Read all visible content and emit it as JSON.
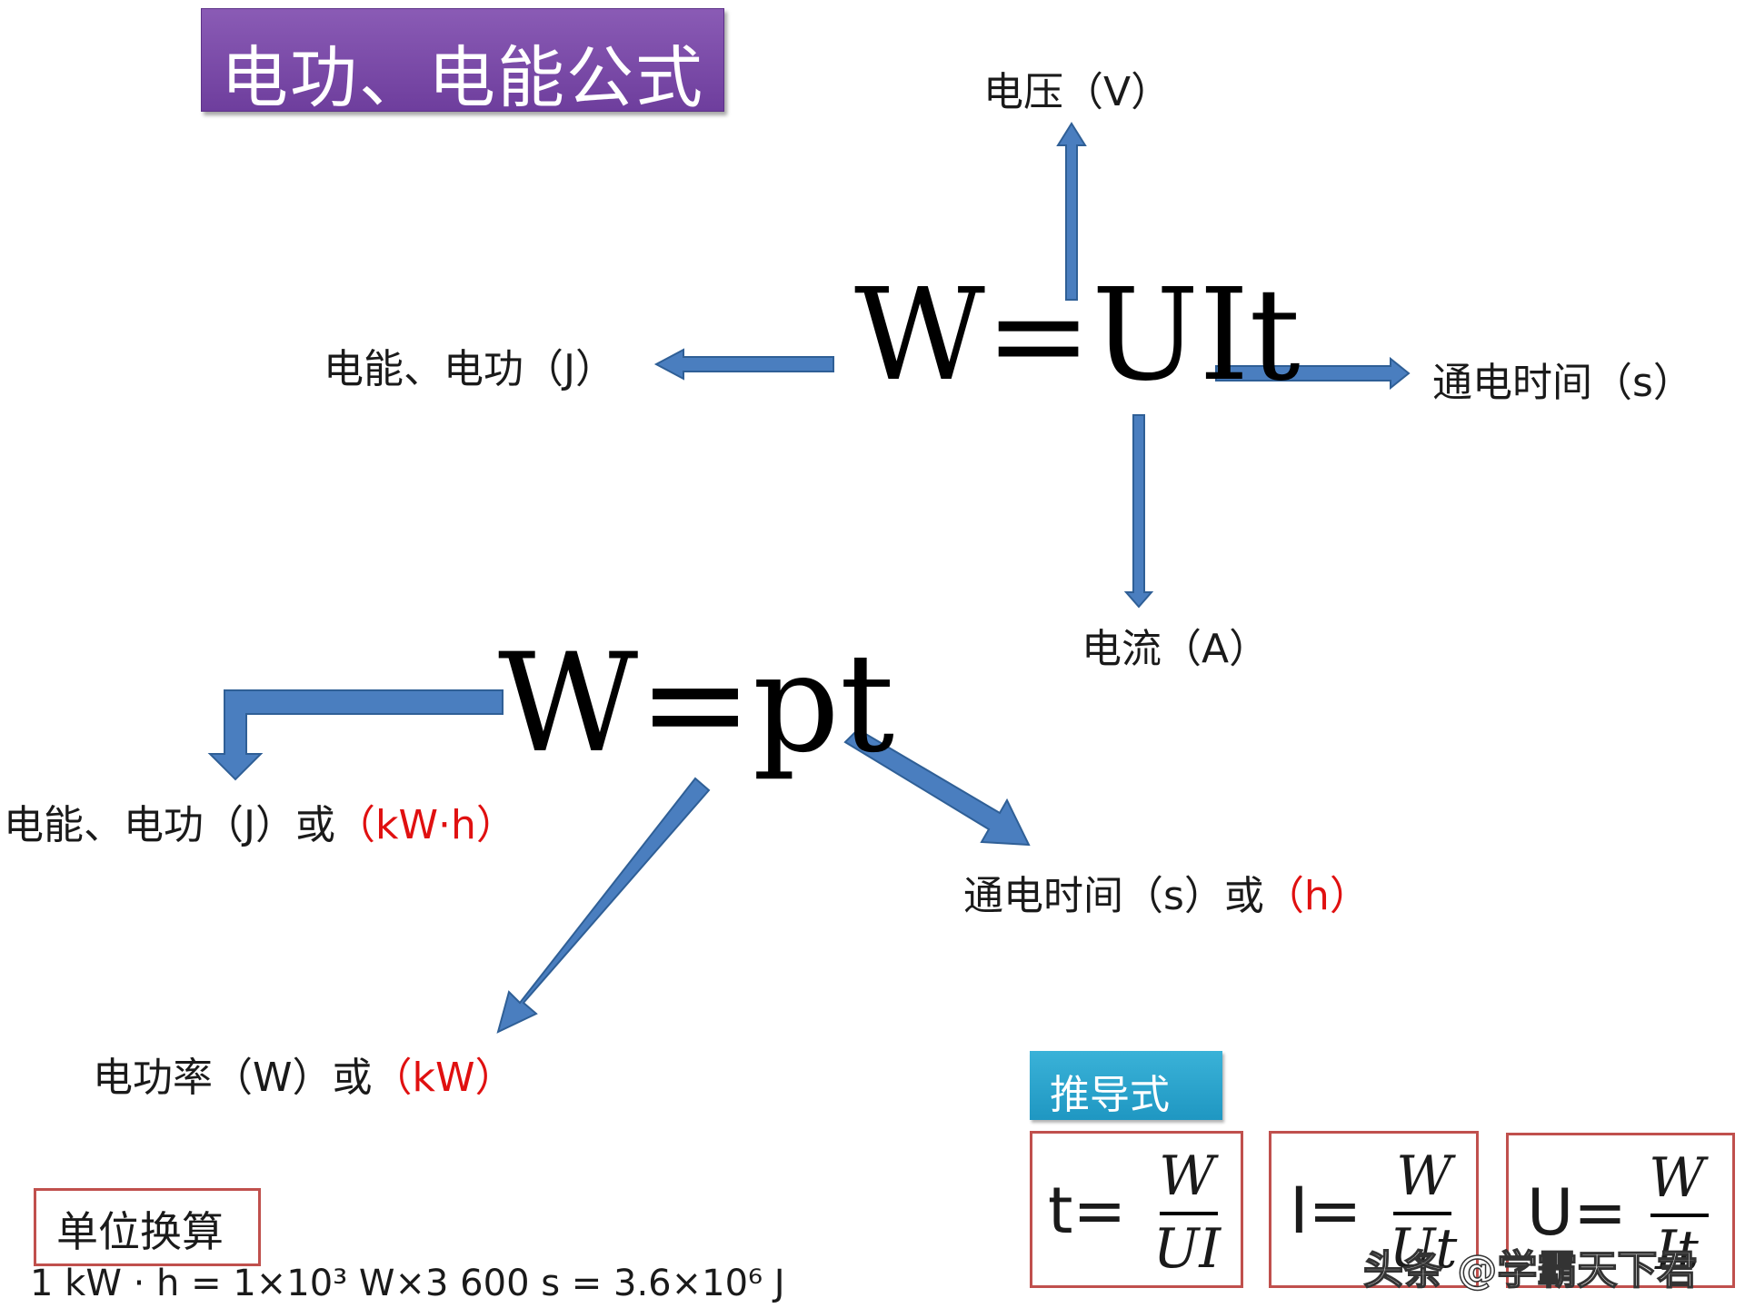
{
  "title": "电功、电能公式",
  "formula1": {
    "text": "W=UIt",
    "labels": {
      "up": "电压（V）",
      "left": "电能、电功（J）",
      "right": "通电时间（s）",
      "down": "电流（A）"
    }
  },
  "formula2": {
    "text": "W=pt",
    "labels": {
      "left_black": "电能、电功（J）或",
      "left_red": "（kW·h）",
      "right_black": "通电时间（s）或",
      "right_red": "（h）",
      "down_black": "电功率（W）或",
      "down_red": "（kW）"
    }
  },
  "derived": {
    "label": "推导式",
    "formulas": [
      {
        "lhs": "t=",
        "num": "W",
        "den": "UI"
      },
      {
        "lhs": "I=",
        "num": "W",
        "den": "Ut"
      },
      {
        "lhs": "U=",
        "num": "W",
        "den": "It"
      }
    ]
  },
  "unit_conversion": {
    "label": "单位换算",
    "equation": "1 kW · h = 1×10³ W×3 600 s = 3.6×10⁶ J"
  },
  "watermark": "头条 @学霸天下君",
  "colors": {
    "arrow": "#4a7ebf",
    "arrow_stroke": "#2f5f96",
    "highlight": "#e01010",
    "title_bg": "#7a4aa8",
    "derive_bg": "#2aa3cc",
    "box_border": "#c0504d"
  }
}
